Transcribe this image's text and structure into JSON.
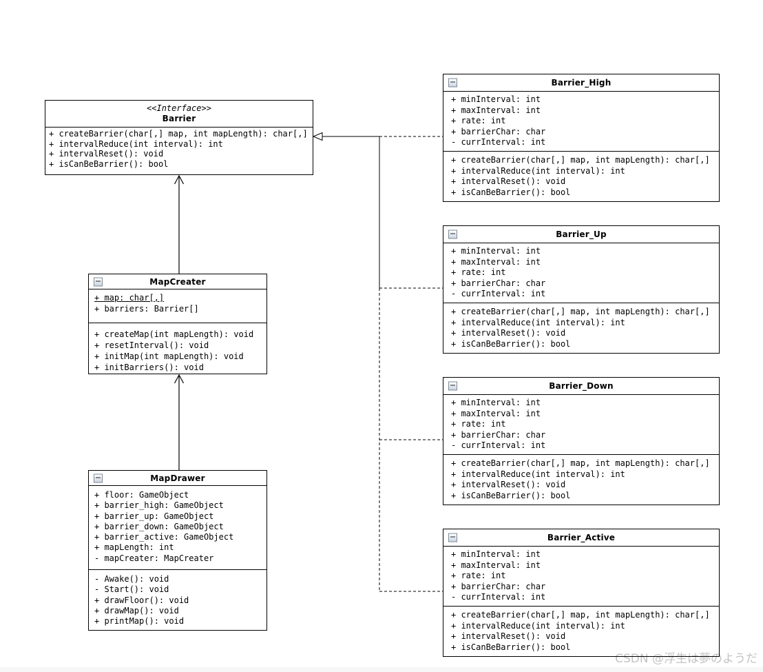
{
  "diagram": {
    "watermark": "CSDN @浮生は夢のようだ",
    "colors": {
      "line": "#000000",
      "box_background": "#ffffff",
      "watermark": "#c4c4c4",
      "collapse_icon_border": "#7e8a99",
      "bottom_strip": "#f7f7f7"
    }
  },
  "classes": {
    "barrier_interface": {
      "stereotype": "<<Interface>>",
      "name": "Barrier",
      "methods": [
        "+ createBarrier(char[,] map, int mapLength): char[,]",
        "+ intervalReduce(int interval): int",
        "+ intervalReset(): void",
        "+ isCanBeBarrier(): bool"
      ]
    },
    "map_creater": {
      "name": "MapCreater",
      "fields": [
        {
          "text": "+ map: char[,]",
          "underline": true
        },
        "+ barriers: Barrier[]"
      ],
      "methods": [
        "+ createMap(int mapLength): void",
        "+ resetInterval(): void",
        "+ initMap(int mapLength): void",
        "+ initBarriers(): void"
      ]
    },
    "map_drawer": {
      "name": "MapDrawer",
      "fields": [
        "+ floor: GameObject",
        "+ barrier_high: GameObject",
        "+ barrier_up: GameObject",
        "+ barrier_down: GameObject",
        "+ barrier_active: GameObject",
        "+ mapLength: int",
        "- mapCreater: MapCreater"
      ],
      "methods": [
        "- Awake(): void",
        "- Start(): void",
        "+ drawFloor(): void",
        "+ drawMap(): void",
        "+ printMap(): void"
      ]
    },
    "barrier_high": {
      "name": "Barrier_High",
      "fields": [
        "+ minInterval: int",
        "+ maxInterval: int",
        "+ rate: int",
        "+ barrierChar: char",
        "- currInterval: int"
      ],
      "methods": [
        "+ createBarrier(char[,] map, int mapLength): char[,]",
        "+ intervalReduce(int interval): int",
        "+ intervalReset(): void",
        "+ isCanBeBarrier(): bool"
      ]
    },
    "barrier_up": {
      "name": "Barrier_Up",
      "fields": [
        "+ minInterval: int",
        "+ maxInterval: int",
        "+ rate: int",
        "+ barrierChar: char",
        "- currInterval: int"
      ],
      "methods": [
        "+ createBarrier(char[,] map, int mapLength): char[,]",
        "+ intervalReduce(int interval): int",
        "+ intervalReset(): void",
        "+ isCanBeBarrier(): bool"
      ]
    },
    "barrier_down": {
      "name": "Barrier_Down",
      "fields": [
        "+ minInterval: int",
        "+ maxInterval: int",
        "+ rate: int",
        "+ barrierChar: char",
        "- currInterval: int"
      ],
      "methods": [
        "+ createBarrier(char[,] map, int mapLength): char[,]",
        "+ intervalReduce(int interval): int",
        "+ intervalReset(): void",
        "+ isCanBeBarrier(): bool"
      ]
    },
    "barrier_active": {
      "name": "Barrier_Active",
      "fields": [
        "+ minInterval: int",
        "+ maxInterval: int",
        "+ rate: int",
        "+ barrierChar: char",
        "- currInterval: int"
      ],
      "methods": [
        "+ createBarrier(char[,] map, int mapLength): char[,]",
        "+ intervalReduce(int interval): int",
        "+ intervalReset(): void",
        "+ isCanBeBarrier(): bool"
      ]
    }
  },
  "relationships": [
    {
      "from": "Barrier_High",
      "to": "Barrier",
      "type": "realization-dashed-hollow-triangle"
    },
    {
      "from": "Barrier_Up",
      "to": "Barrier",
      "type": "realization-dashed-hollow-triangle"
    },
    {
      "from": "Barrier_Down",
      "to": "Barrier",
      "type": "realization-dashed-hollow-triangle"
    },
    {
      "from": "Barrier_Active",
      "to": "Barrier",
      "type": "realization-dashed-hollow-triangle"
    },
    {
      "from": "MapCreater",
      "to": "Barrier",
      "type": "solid-open-arrow"
    },
    {
      "from": "MapDrawer",
      "to": "MapCreater",
      "type": "solid-open-arrow"
    }
  ]
}
